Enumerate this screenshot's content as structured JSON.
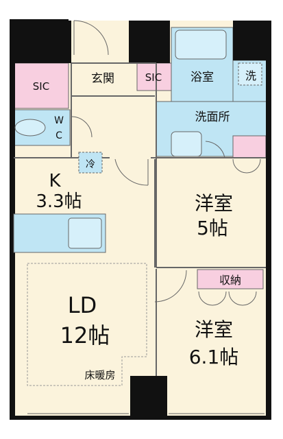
{
  "colors": {
    "wall": "#111111",
    "floor": "#fbf3dc",
    "wet": "#bfe5f4",
    "storage": "#f8cfe0",
    "outline": "#666666"
  },
  "rooms": {
    "genkan": "玄関",
    "sic_left": "SIC",
    "sic_right": "SIC",
    "bath": "浴室",
    "washer": "洗",
    "washroom": "洗面所",
    "wc_top": "W",
    "wc_bottom": "C",
    "fridge": "冷",
    "kitchen_name": "K",
    "kitchen_size": "3.3帖",
    "ld_name": "LD",
    "ld_size": "12帖",
    "floor_heating": "床暖房",
    "bedroom1_name": "洋室",
    "bedroom1_size": "5帖",
    "closet": "収納",
    "bedroom2_name": "洋室",
    "bedroom2_size": "6.1帖"
  }
}
